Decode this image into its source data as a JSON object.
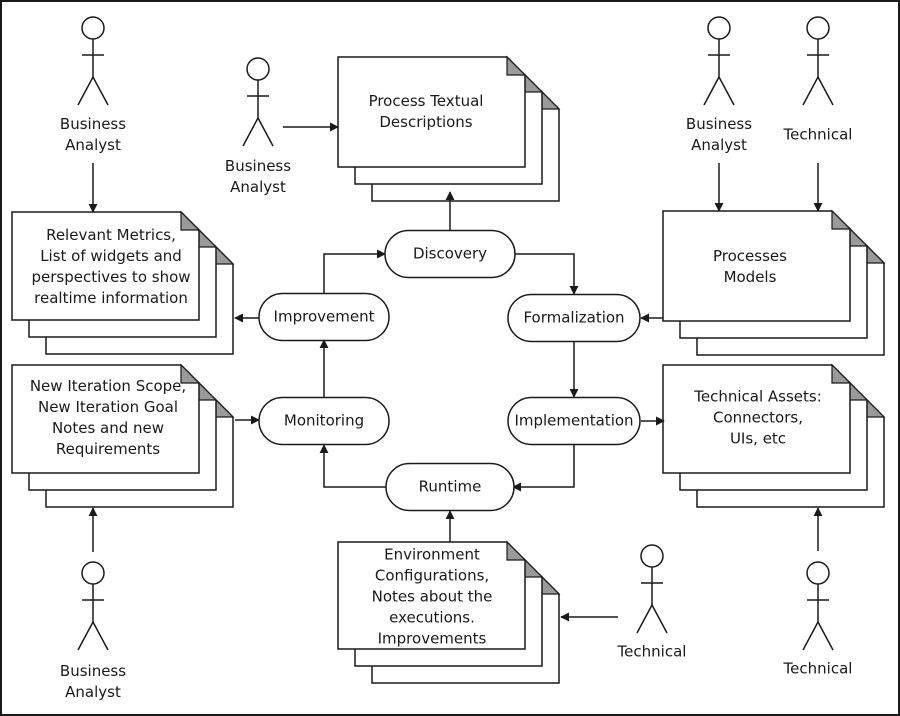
{
  "stages": {
    "discovery": "Discovery",
    "formalization": "Formalization",
    "implementation": "Implementation",
    "runtime": "Runtime",
    "monitoring": "Monitoring",
    "improvement": "Improvement"
  },
  "artifacts": {
    "process_textual": [
      "Process Textual",
      "Descriptions"
    ],
    "processes_models": [
      "Processes",
      "Models"
    ],
    "technical_assets": [
      "Technical Assets:",
      "Connectors,",
      "UIs, etc"
    ],
    "environment": [
      "Environment",
      "Configurations,",
      "Notes about the",
      "executions.",
      "Improvements"
    ],
    "new_iteration": [
      "New Iteration Scope,",
      "New Iteration Goal",
      "Notes and new",
      "Requirements"
    ],
    "relevant_metrics": [
      "Relevant Metrics,",
      "List of widgets and",
      "perspectives to show",
      "realtime information"
    ]
  },
  "actors": {
    "ba_top_left": [
      "Business",
      "Analyst"
    ],
    "ba_top_center": [
      "Business",
      "Analyst"
    ],
    "ba_top_right": [
      "Business",
      "Analyst"
    ],
    "tech_top_right": [
      "Technical"
    ],
    "ba_bottom_left": [
      "Business",
      "Analyst"
    ],
    "tech_bottom_center": [
      "Technical"
    ],
    "tech_bottom_right": [
      "Technical"
    ]
  }
}
